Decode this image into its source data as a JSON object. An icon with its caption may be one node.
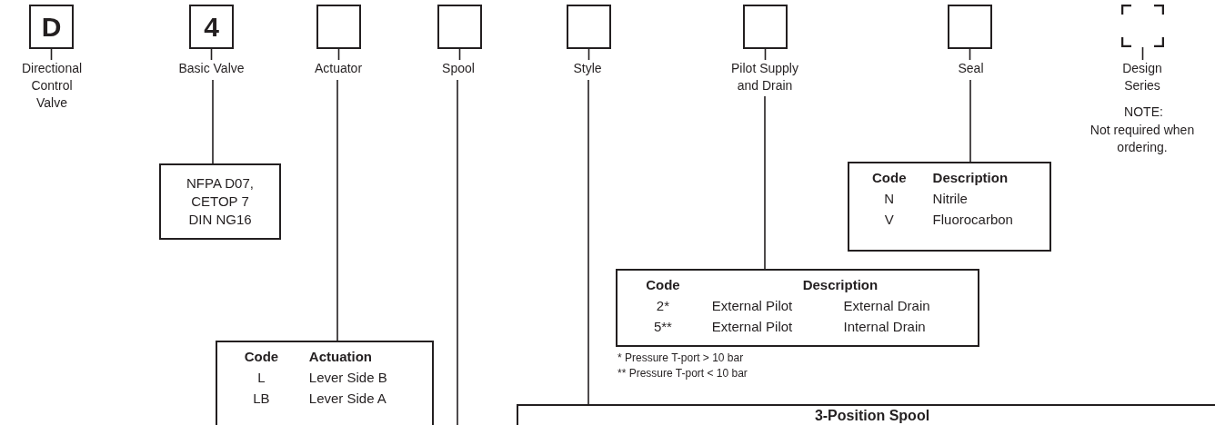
{
  "diagram": {
    "nodes": [
      {
        "text": [
          "D"
        ]
      },
      {
        "text": [
          "Directional Control Valve"
        ]
      },
      {
        "text": [
          "4"
        ]
      },
      {
        "text": [
          "Basic Valve"
        ]
      },
      {
        "text": [],
        "shape": "box"
      },
      {
        "text": [
          "Actuator"
        ]
      },
      {
        "text": [],
        "shape": "box"
      },
      {
        "text": [
          "Spool"
        ]
      },
      {
        "text": [],
        "shape": "box"
      },
      {
        "text": [
          "Style"
        ]
      },
      {
        "text": [],
        "shape": "box"
      },
      {
        "text": [
          "Pilot Supply and Drain"
        ]
      },
      {
        "text": [],
        "shape": "box"
      },
      {
        "text": [
          "Seal"
        ]
      },
      {
        "text": [],
        "shape": "box"
      },
      {
        "text": [
          "Design Series"
        ],
        "beside": [
          "NOTE:",
          "Not required when ordering."
        ]
      },
      {
        "text": [
          "NFPA D07, CETOP 7 DIN NG16"
        ]
      },
      {
        "text": [
          "Code",
          "Actuation",
          "L",
          "Lever Side B",
          "LB",
          "Lever Side A"
        ]
      },
      {
        "text": [
          "Code",
          "Description",
          "2*",
          "External Pilot",
          "External Drain",
          "5**",
          "External Pilot",
          "Internal Drain"
        ],
        "beside": [
          "* Pressure T-port > 10 bar",
          "** Pressure T-port < 10 bar"
        ]
      },
      {
        "text": [
          "Code",
          "Description",
          "N",
          "Nitrile",
          "V",
          "Fluorocarbon"
        ]
      },
      {
        "text": [
          "3-Position Spool"
        ]
      }
    ],
    "edges": [
      {
        "from": 0,
        "to": 1,
        "arrow": "none"
      },
      {
        "from": 2,
        "to": 3,
        "arrow": "none"
      },
      {
        "from": 4,
        "to": 5,
        "arrow": "none"
      },
      {
        "from": 6,
        "to": 7,
        "arrow": "none"
      },
      {
        "from": 8,
        "to": 9,
        "arrow": "none"
      },
      {
        "from": 10,
        "to": 11,
        "arrow": "none"
      },
      {
        "from": 12,
        "to": 13,
        "arrow": "none"
      },
      {
        "from": 14,
        "to": 15,
        "arrow": "none"
      },
      {
        "from": 3,
        "to": 16,
        "arrow": "none"
      },
      {
        "from": 5,
        "to": 17,
        "arrow": "none"
      },
      {
        "from": 7,
        "to": null,
        "arrow": "none"
      },
      {
        "from": 9,
        "to": 20,
        "arrow": "none"
      },
      {
        "from": 11,
        "to": 18,
        "arrow": "none"
      },
      {
        "from": 13,
        "to": 19,
        "arrow": "none"
      }
    ]
  }
}
